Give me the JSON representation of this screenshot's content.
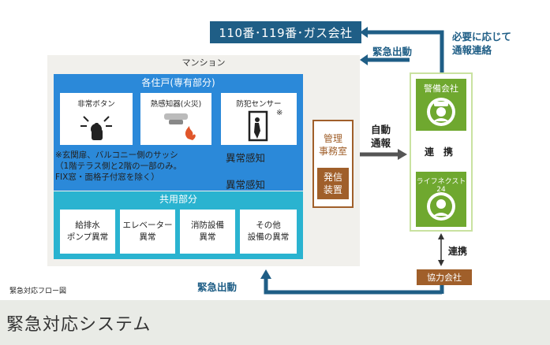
{
  "top_box": "110番･119番･ガス会社",
  "mansion_title": "マンション",
  "units_title": "各住戸(専有部分)",
  "sensors": [
    {
      "label": "非常ボタン",
      "icon": "emergency-button-icon"
    },
    {
      "label": "熱感知器(火災)",
      "icon": "heat-detector-icon"
    },
    {
      "label": "防犯センサー",
      "icon": "security-sensor-icon",
      "mark": "※"
    }
  ],
  "note_lines": [
    "※玄関扉、バルコニー側のサッシ",
    "（1階テラス側と2階の一部のみ。",
    "FIX窓・面格子付窓を除く）"
  ],
  "common_title": "共用部分",
  "common_items": [
    "給排水\nポンプ異常",
    "エレベーター\n異常",
    "消防設備\n異常",
    "その他\n設備の異常"
  ],
  "alarm_label": "異常感知",
  "management_label_line1": "管理",
  "management_label_line2": "事務室",
  "sender_line1": "発信",
  "sender_line2": "装置",
  "auto_report_line1": "自動",
  "auto_report_line2": "通報",
  "security_company": "警備会社",
  "life_next": "ライフネクスト24",
  "cooperation": "連　携",
  "cooperation2": "連携",
  "partner": "協力会社",
  "emergency_dispatch": "緊急出動",
  "report_line1": "必要に応じて",
  "report_line2": "通報連絡",
  "caption": "緊急対応フロー図",
  "footer_title": "緊急対応システム",
  "colors": {
    "navy": "#1f5e86",
    "blue": "#2b89d9",
    "cyan": "#2ab3d0",
    "green": "#6fa82f",
    "brown": "#a05f2a",
    "gray": "#555555"
  }
}
